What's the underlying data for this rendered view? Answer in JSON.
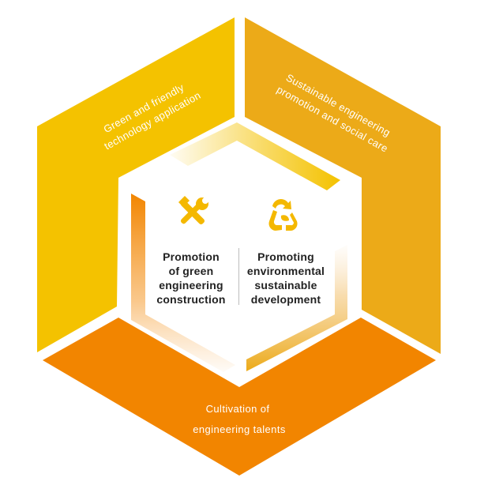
{
  "colors": {
    "yellow": "#f4c200",
    "amber": "#ecaa18",
    "orange": "#f28500",
    "text_on_color": "#ffffff",
    "center_text": "#222222",
    "icon": "#f4b800"
  },
  "segments": {
    "left": {
      "label_lines": [
        "Green and friendly",
        "technology application"
      ]
    },
    "right": {
      "label_lines": [
        "Sustainable engineering",
        "promotion and social care"
      ]
    },
    "bottom": {
      "label_lines": [
        "Cultivation of",
        "engineering talents"
      ]
    }
  },
  "center": {
    "left": {
      "icon": "wrench-screwdriver-icon",
      "lines": [
        "Promotion",
        "of green",
        "engineering",
        "construction"
      ]
    },
    "right": {
      "icon": "recycle-leaf-icon",
      "lines": [
        "Promoting",
        "environmental",
        "sustainable",
        "development"
      ]
    }
  }
}
